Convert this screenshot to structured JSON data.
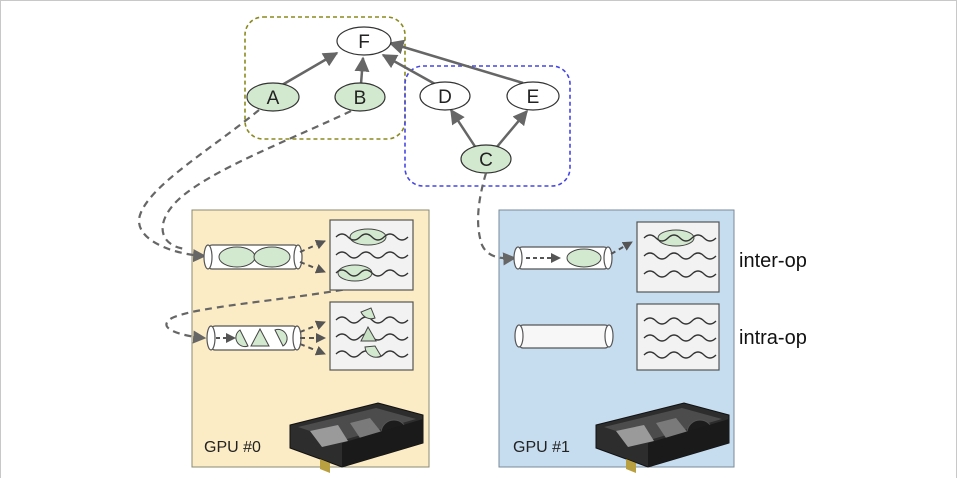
{
  "graph": {
    "nodes": {
      "F": "F",
      "A": "A",
      "B": "B",
      "D": "D",
      "E": "E",
      "C": "C"
    }
  },
  "gpus": [
    {
      "label": "GPU #0"
    },
    {
      "label": "GPU #1"
    }
  ],
  "row_labels": {
    "inter": "inter-op",
    "intra": "intra-op"
  },
  "colors": {
    "green_fill": "#d3e9cf",
    "gpu0_bg": "#fcecc6",
    "gpu1_bg": "#c6dcef",
    "cluster_olive": "#8a8a1e",
    "cluster_blue": "#4545e6",
    "arrow": "#666666"
  }
}
